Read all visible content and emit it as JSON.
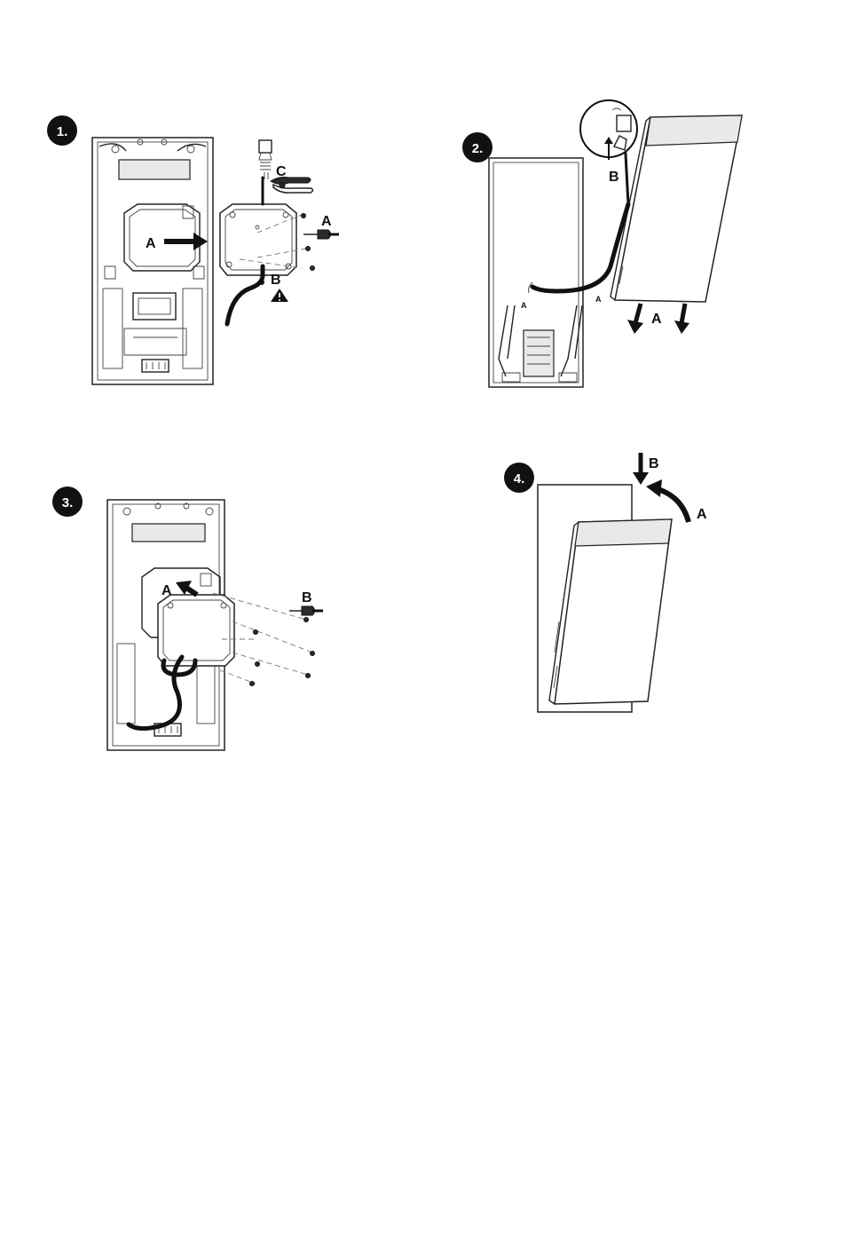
{
  "steps": [
    {
      "number": "1.",
      "labels": {
        "a_top": "A",
        "a_arrow": "A",
        "b": "B",
        "c": "C"
      }
    },
    {
      "number": "2.",
      "labels": {
        "a_left": "A",
        "a_right": "A",
        "a_bottom": "A",
        "b": "B"
      }
    },
    {
      "number": "3.",
      "labels": {
        "a": "A",
        "b": "B"
      }
    },
    {
      "number": "4.",
      "labels": {
        "a": "A",
        "b": "B"
      }
    }
  ],
  "colors": {
    "line": "#222222",
    "cable": "#111111",
    "badge": "#111111",
    "background": "#ffffff"
  },
  "icons": [
    "screwdriver-icon",
    "warning-triangle-icon",
    "wire-stripper-icon",
    "cable-connector-icon"
  ]
}
